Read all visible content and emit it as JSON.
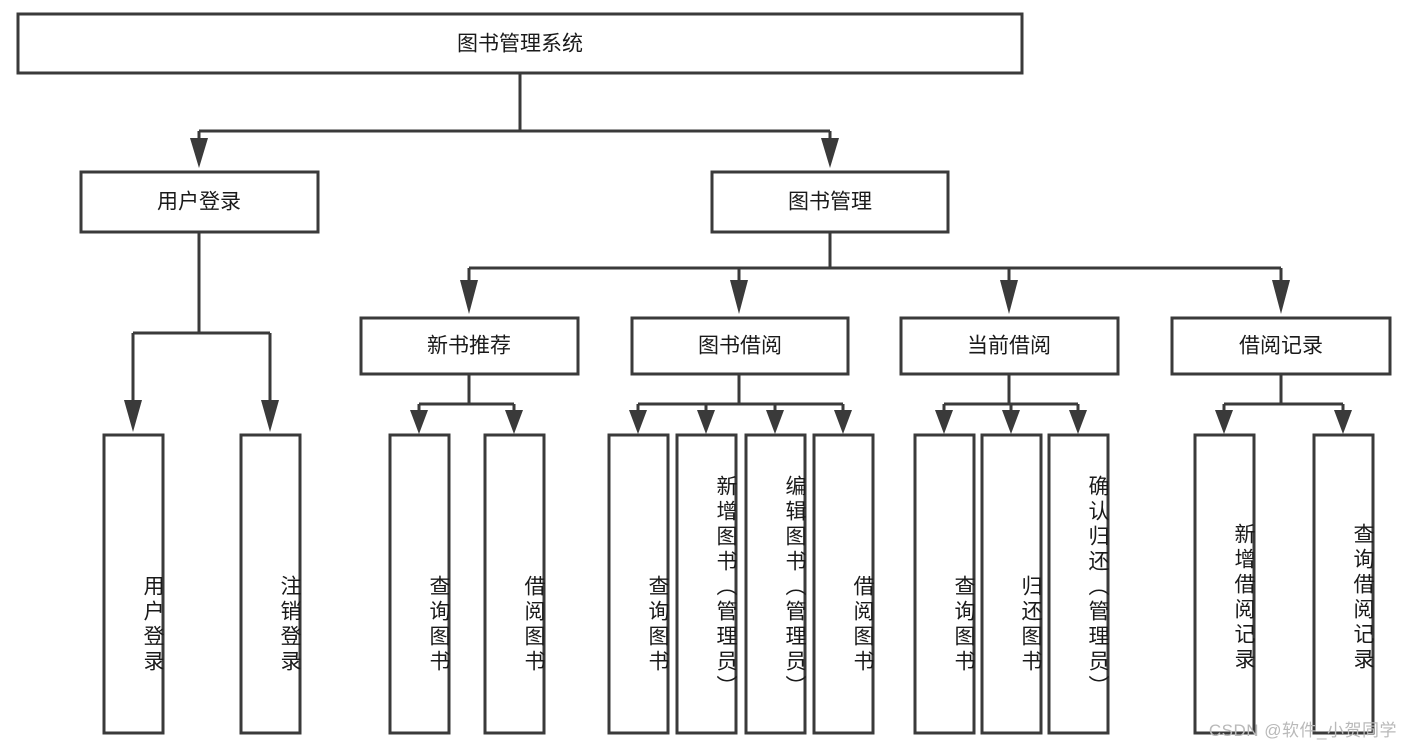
{
  "diagram": {
    "type": "tree-hierarchy",
    "title": "图书管理系统",
    "root": {
      "id": "root",
      "label": "图书管理系统",
      "orientation": "horizontal"
    },
    "level2": [
      {
        "id": "user-login",
        "label": "用户登录",
        "orientation": "horizontal"
      },
      {
        "id": "book-management",
        "label": "图书管理",
        "orientation": "horizontal"
      }
    ],
    "level3": [
      {
        "id": "new-book-recommend",
        "label": "新书推荐",
        "parent": "book-management",
        "orientation": "horizontal"
      },
      {
        "id": "book-borrow",
        "label": "图书借阅",
        "parent": "book-management",
        "orientation": "horizontal"
      },
      {
        "id": "current-borrow",
        "label": "当前借阅",
        "parent": "book-management",
        "orientation": "horizontal"
      },
      {
        "id": "borrow-record",
        "label": "借阅记录",
        "parent": "book-management",
        "orientation": "horizontal"
      }
    ],
    "leaves": [
      {
        "id": "leaf-user-login",
        "label": "用户登录",
        "parent": "user-login",
        "orientation": "vertical"
      },
      {
        "id": "leaf-user-logout",
        "label": "注销登录",
        "parent": "user-login",
        "orientation": "vertical"
      },
      {
        "id": "leaf-query-book-1",
        "label": "查询图书",
        "parent": "new-book-recommend",
        "orientation": "vertical"
      },
      {
        "id": "leaf-borrow-book-1",
        "label": "借阅图书",
        "parent": "new-book-recommend",
        "orientation": "vertical"
      },
      {
        "id": "leaf-query-book-2",
        "label": "查询图书",
        "parent": "book-borrow",
        "orientation": "vertical"
      },
      {
        "id": "leaf-add-book",
        "label": "新增图书（管理员）",
        "parent": "book-borrow",
        "orientation": "vertical"
      },
      {
        "id": "leaf-edit-book",
        "label": "编辑图书（管理员）",
        "parent": "book-borrow",
        "orientation": "vertical"
      },
      {
        "id": "leaf-borrow-book-2",
        "label": "借阅图书",
        "parent": "book-borrow",
        "orientation": "vertical"
      },
      {
        "id": "leaf-query-book-3",
        "label": "查询图书",
        "parent": "current-borrow",
        "orientation": "vertical"
      },
      {
        "id": "leaf-return-book",
        "label": "归还图书",
        "parent": "current-borrow",
        "orientation": "vertical"
      },
      {
        "id": "leaf-confirm-return",
        "label": "确认归还（管理员）",
        "parent": "current-borrow",
        "orientation": "vertical"
      },
      {
        "id": "leaf-add-record",
        "label": "新增借阅记录",
        "parent": "borrow-record",
        "orientation": "vertical"
      },
      {
        "id": "leaf-query-record",
        "label": "查询借阅记录",
        "parent": "borrow-record",
        "orientation": "vertical"
      }
    ],
    "colors": {
      "stroke": "#3a3a3a",
      "fill": "#ffffff",
      "text": "#1a1a1a",
      "watermark": "#b9b9b9"
    }
  },
  "watermark": {
    "text": "CSDN @软件_小贺同学"
  }
}
